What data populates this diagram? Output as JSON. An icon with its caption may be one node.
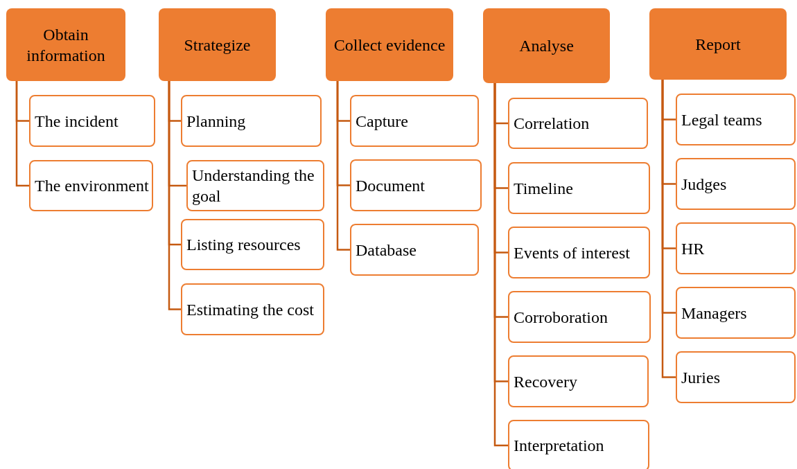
{
  "diagram": {
    "nodes": [
      {
        "text": [
          "Obtain information"
        ]
      },
      {
        "text": [
          "The incident"
        ]
      },
      {
        "text": [
          "The environment"
        ]
      },
      {
        "text": [
          "Strategize"
        ]
      },
      {
        "text": [
          "Planning"
        ]
      },
      {
        "text": [
          "Understanding the goal"
        ]
      },
      {
        "text": [
          "Listing resources"
        ]
      },
      {
        "text": [
          "Estimating the cost"
        ]
      },
      {
        "text": [
          "Collect evidence"
        ]
      },
      {
        "text": [
          "Capture"
        ]
      },
      {
        "text": [
          "Document"
        ]
      },
      {
        "text": [
          "Database"
        ]
      },
      {
        "text": [
          "Analyse"
        ]
      },
      {
        "text": [
          "Correlation"
        ]
      },
      {
        "text": [
          "Timeline"
        ]
      },
      {
        "text": [
          "Events of interest"
        ]
      },
      {
        "text": [
          "Corroboration"
        ]
      },
      {
        "text": [
          "Recovery"
        ]
      },
      {
        "text": [
          "Interpretation"
        ]
      },
      {
        "text": [
          "Report"
        ]
      },
      {
        "text": [
          "Legal teams"
        ]
      },
      {
        "text": [
          "Judges"
        ]
      },
      {
        "text": [
          "HR"
        ]
      },
      {
        "text": [
          "Managers"
        ]
      },
      {
        "text": [
          "Juries"
        ]
      }
    ],
    "edges": [
      {
        "from": 0,
        "to": 1,
        "arrow": "none"
      },
      {
        "from": 0,
        "to": 2,
        "arrow": "none"
      },
      {
        "from": 3,
        "to": 4,
        "arrow": "none"
      },
      {
        "from": 3,
        "to": 5,
        "arrow": "none"
      },
      {
        "from": 3,
        "to": 6,
        "arrow": "none"
      },
      {
        "from": 3,
        "to": 7,
        "arrow": "none"
      },
      {
        "from": 8,
        "to": 9,
        "arrow": "none"
      },
      {
        "from": 8,
        "to": 10,
        "arrow": "none"
      },
      {
        "from": 8,
        "to": 11,
        "arrow": "none"
      },
      {
        "from": 12,
        "to": 13,
        "arrow": "none"
      },
      {
        "from": 12,
        "to": 14,
        "arrow": "none"
      },
      {
        "from": 12,
        "to": 15,
        "arrow": "none"
      },
      {
        "from": 12,
        "to": 16,
        "arrow": "none"
      },
      {
        "from": 12,
        "to": 17,
        "arrow": "none"
      },
      {
        "from": 12,
        "to": 18,
        "arrow": "none"
      },
      {
        "from": 19,
        "to": 20,
        "arrow": "none"
      },
      {
        "from": 19,
        "to": 21,
        "arrow": "none"
      },
      {
        "from": 19,
        "to": 22,
        "arrow": "none"
      },
      {
        "from": 19,
        "to": 23,
        "arrow": "none"
      },
      {
        "from": 19,
        "to": 24,
        "arrow": "none"
      }
    ]
  }
}
